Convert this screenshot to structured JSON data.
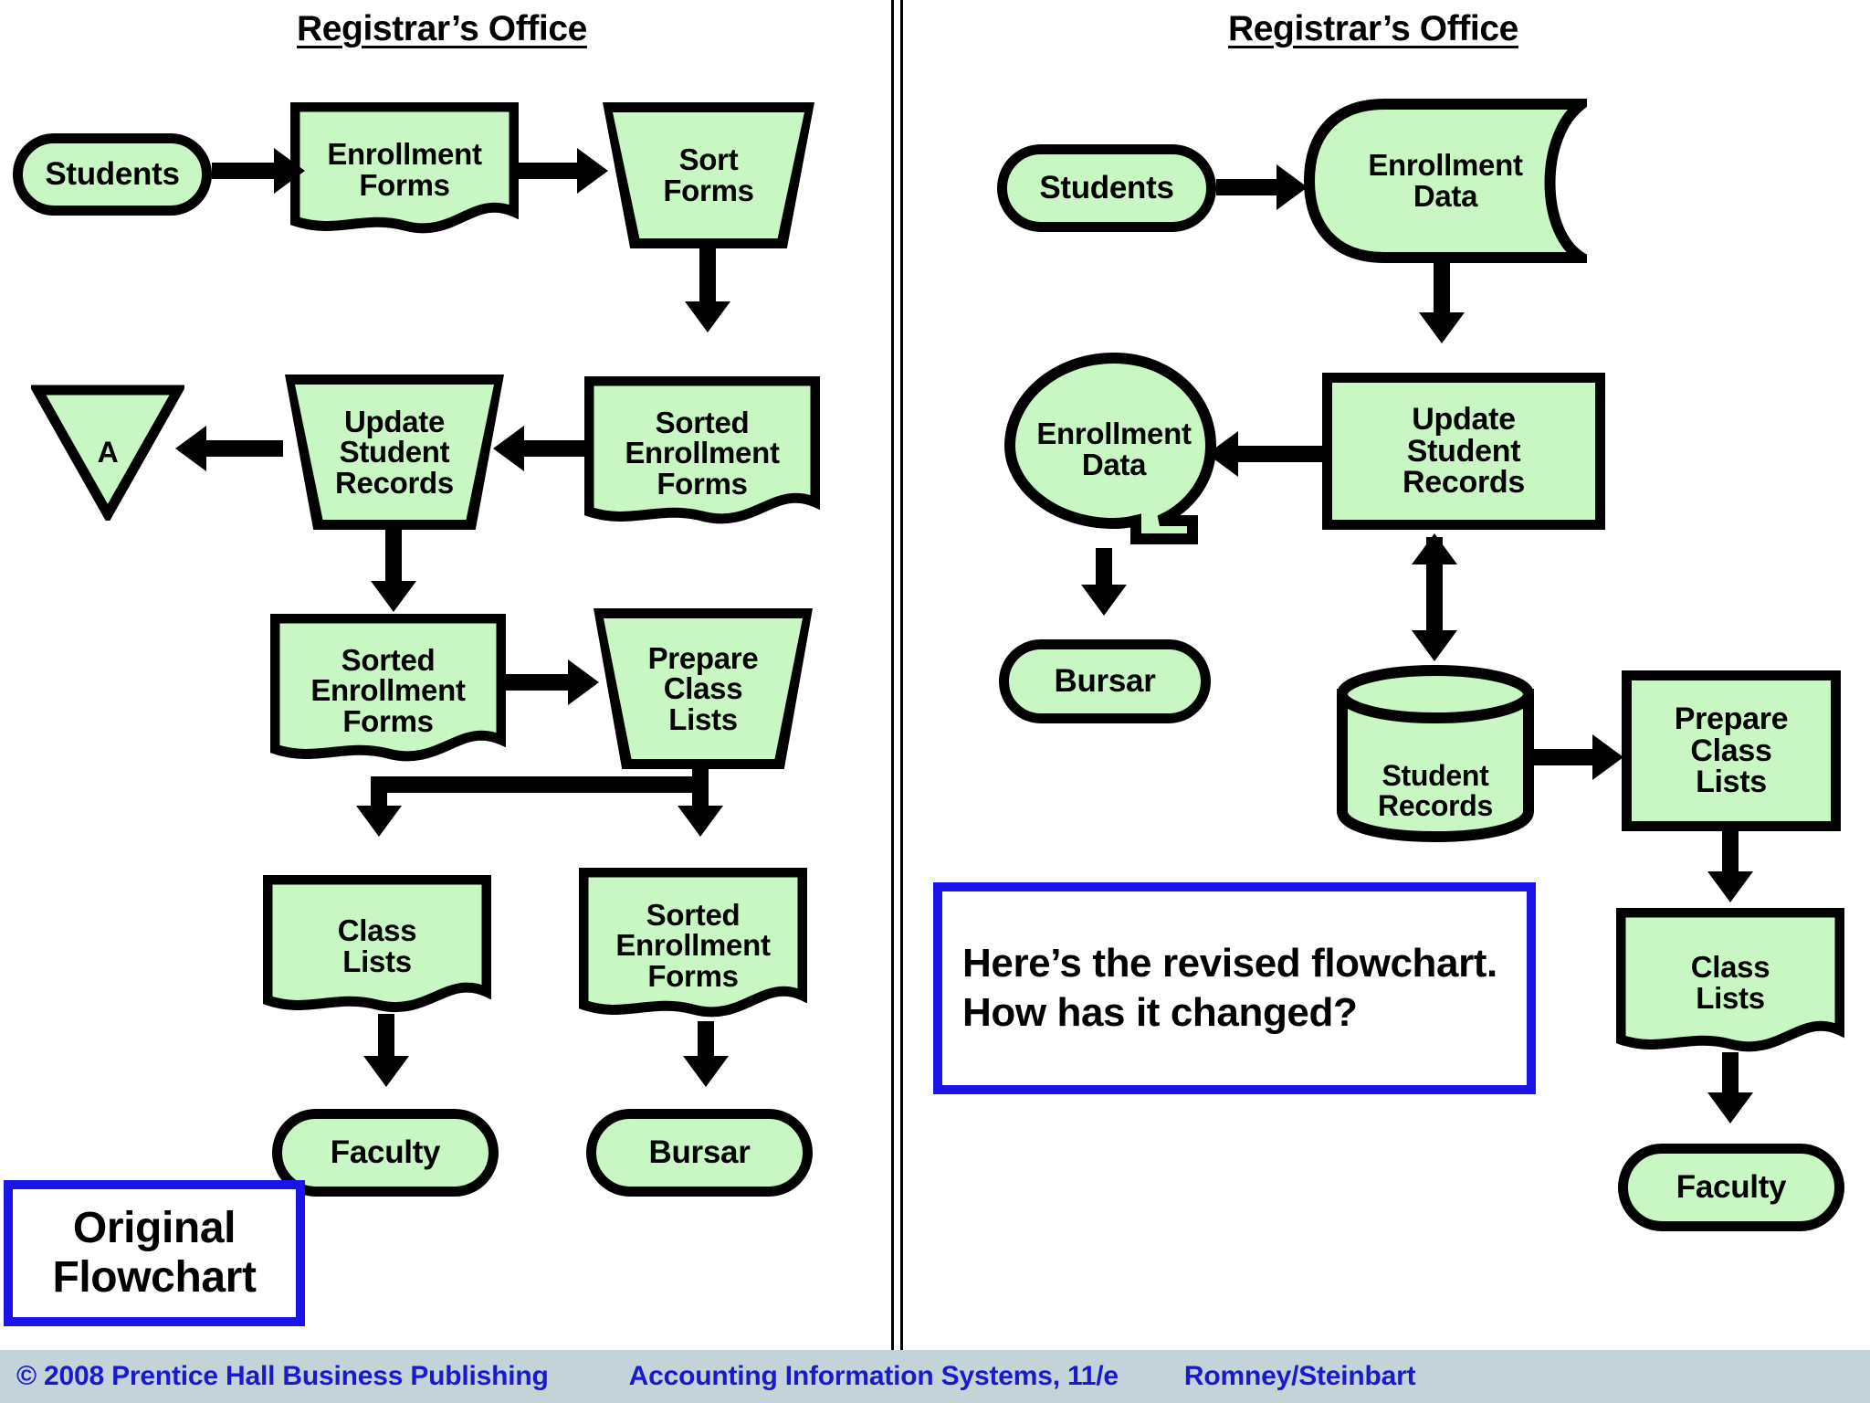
{
  "slide": {
    "background_color": "#ffffff",
    "shape_fill_color": "#c9f7c3",
    "shape_stroke_color": "#000000",
    "callout_border_color": "#1a14e8",
    "footer_band_color": "#c3d3d8",
    "footer_text_color": "#1a1acd"
  },
  "left_panel": {
    "title": "Registrar’s Office",
    "nodes": {
      "student": "Students",
      "enrollment_forms": "Enrollment\nForms",
      "sort_forms": "Sort\nForms",
      "sorted_enrollment_forms_1": "Sorted\nEnrollment\nForms",
      "update_student_records": "Update\nStudent\nRecords",
      "connector_a": "A",
      "sorted_enrollment_forms_2": "Sorted\nEnrollment\nForms",
      "prepare_class_lists": "Prepare\nClass\nLists",
      "class_lists": "Class\nLists",
      "sorted_enrollment_forms_3": "Sorted\nEnrollment\nForms",
      "faculty": "Faculty",
      "bursar": "Bursar"
    },
    "node_lines": {
      "student": [
        "Students"
      ],
      "enrollment_forms": [
        "Enrollment",
        "Forms"
      ],
      "sort_forms": [
        "Sort",
        "Forms"
      ],
      "sorted_enrollment_forms_1": [
        "Sorted",
        "Enrollment",
        "Forms"
      ],
      "update_student_records": [
        "Update",
        "Student",
        "Records"
      ],
      "connector_a": [
        "A"
      ],
      "sorted_enrollment_forms_2": [
        "Sorted",
        "Enrollment",
        "Forms"
      ],
      "prepare_class_lists": [
        "Prepare",
        "Class",
        "Lists"
      ],
      "class_lists": [
        "Class",
        "Lists"
      ],
      "sorted_enrollment_forms_3": [
        "Sorted",
        "Enrollment",
        "Forms"
      ],
      "faculty": [
        "Faculty"
      ],
      "bursar": [
        "Bursar"
      ]
    },
    "callout": "Original\nFlowchart",
    "callout_lines": [
      "Original",
      "Flowchart"
    ]
  },
  "right_panel": {
    "title": "Registrar’s Office",
    "nodes": {
      "students": "Students",
      "enrollment_data_tape": "Enrollment\nData",
      "update_student_records": "Update\nStudent\nRecords",
      "enrollment_data_reel": "Enrollment\nData",
      "bursar": "Bursar",
      "student_records": "Student\nRecords",
      "prepare_class_lists": "Prepare\nClass\nLists",
      "class_lists": "Class\nLists",
      "faculty": "Faculty"
    },
    "node_lines": {
      "students": [
        "Students"
      ],
      "enrollment_data_tape": [
        "Enrollment",
        "Data"
      ],
      "update_student_records": [
        "Update",
        "Student",
        "Records"
      ],
      "enrollment_data_reel": [
        "Enrollment",
        "Data"
      ],
      "bursar": [
        "Bursar"
      ],
      "student_records": [
        "Student",
        "Records"
      ],
      "prepare_class_lists": [
        "Prepare",
        "Class",
        "Lists"
      ],
      "class_lists": [
        "Class",
        "Lists"
      ],
      "faculty": [
        "Faculty"
      ]
    },
    "callout": "Here’s the revised flowchart. How has it changed?"
  },
  "footer": {
    "copyright": "© 2008 Prentice Hall Business Publishing",
    "book_title": "Accounting Information Systems, 11/e",
    "authors": "Romney/Steinbart"
  }
}
